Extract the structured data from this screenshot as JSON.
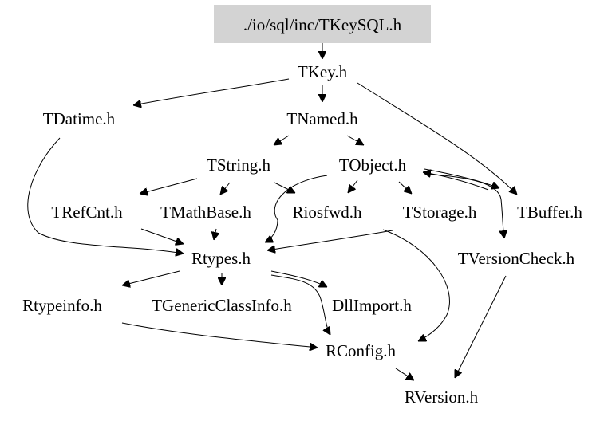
{
  "root": {
    "label": "./io/sql/inc/TKeySQL.h",
    "fill": "#d3d3d3"
  },
  "nodes": {
    "tkey": "TKey.h",
    "tdatime": "TDatime.h",
    "tnamed": "TNamed.h",
    "tstring": "TString.h",
    "tobject": "TObject.h",
    "trefcnt": "TRefCnt.h",
    "tmathbase": "TMathBase.h",
    "riosfwd": "Riosfwd.h",
    "tstorage": "TStorage.h",
    "tbuffer": "TBuffer.h",
    "rtypes": "Rtypes.h",
    "tversioncheck": "TVersionCheck.h",
    "rtypeinfo": "Rtypeinfo.h",
    "tgenericclassinfo": "TGenericClassInfo.h",
    "dllimport": "DllImport.h",
    "rconfig": "RConfig.h",
    "rversion": "RVersion.h"
  },
  "edges": [
    [
      "root",
      "tkey"
    ],
    [
      "tkey",
      "tdatime"
    ],
    [
      "tkey",
      "tnamed"
    ],
    [
      "tkey",
      "tbuffer"
    ],
    [
      "tdatime",
      "rtypes"
    ],
    [
      "tnamed",
      "tstring"
    ],
    [
      "tnamed",
      "tobject"
    ],
    [
      "tstring",
      "trefcnt"
    ],
    [
      "tstring",
      "tmathbase"
    ],
    [
      "tstring",
      "riosfwd"
    ],
    [
      "tobject",
      "rtypes"
    ],
    [
      "tobject",
      "riosfwd"
    ],
    [
      "tobject",
      "tstorage"
    ],
    [
      "tobject",
      "tbuffer"
    ],
    [
      "tobject",
      "tversioncheck"
    ],
    [
      "tbuffer",
      "tobject"
    ],
    [
      "trefcnt",
      "rtypes"
    ],
    [
      "tmathbase",
      "rtypes"
    ],
    [
      "tstorage",
      "rtypes"
    ],
    [
      "tstorage",
      "rconfig"
    ],
    [
      "rtypes",
      "rtypeinfo"
    ],
    [
      "rtypes",
      "tgenericclassinfo"
    ],
    [
      "rtypes",
      "dllimport"
    ],
    [
      "rtypes",
      "rconfig"
    ],
    [
      "rtypeinfo",
      "rconfig"
    ],
    [
      "rconfig",
      "rversion"
    ],
    [
      "tversioncheck",
      "rversion"
    ]
  ]
}
